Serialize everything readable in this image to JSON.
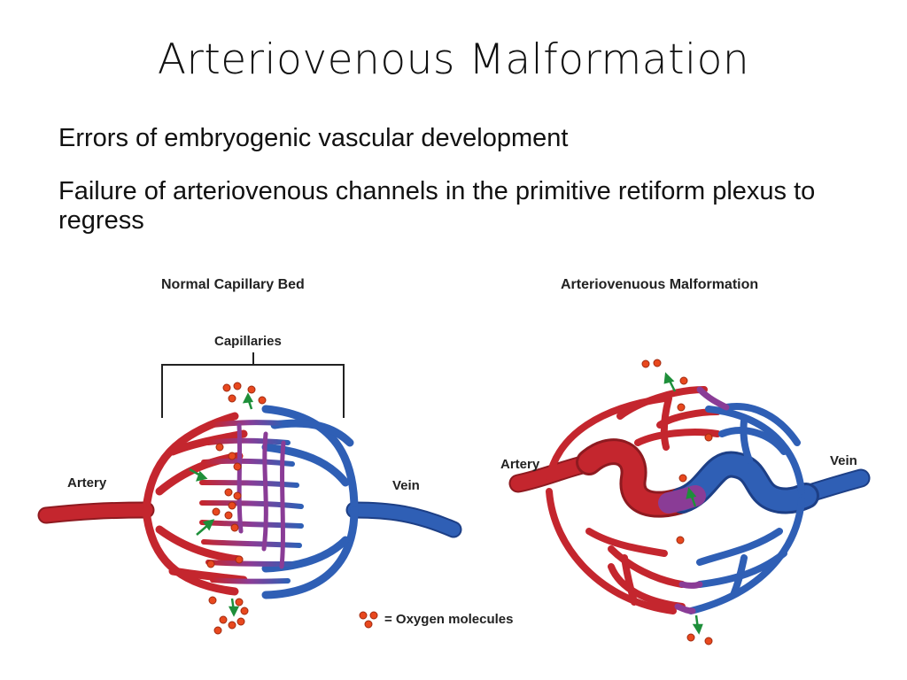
{
  "slide": {
    "title": "Arteriovenous Malformation",
    "bullets": [
      "Errors of embryogenic vascular development",
      "Failure of arteriovenous channels in the primitive retiform plexus to regress"
    ]
  },
  "figure_left": {
    "title": "Normal Capillary Bed",
    "capillaries_label": "Capillaries",
    "artery_label": "Artery",
    "vein_label": "Vein"
  },
  "figure_right": {
    "title": "Arteriovenuous Malformation",
    "artery_label": "Artery",
    "vein_label": "Vein"
  },
  "legend": {
    "text": "= Oxygen molecules"
  },
  "colors": {
    "artery": "#c4262e",
    "artery_dark": "#8e1a20",
    "vein": "#2f5fb5",
    "vein_dark": "#1d3f86",
    "transition": "#8a3c96",
    "oxygen": "#e8481e",
    "arrow": "#1e8f3a"
  }
}
